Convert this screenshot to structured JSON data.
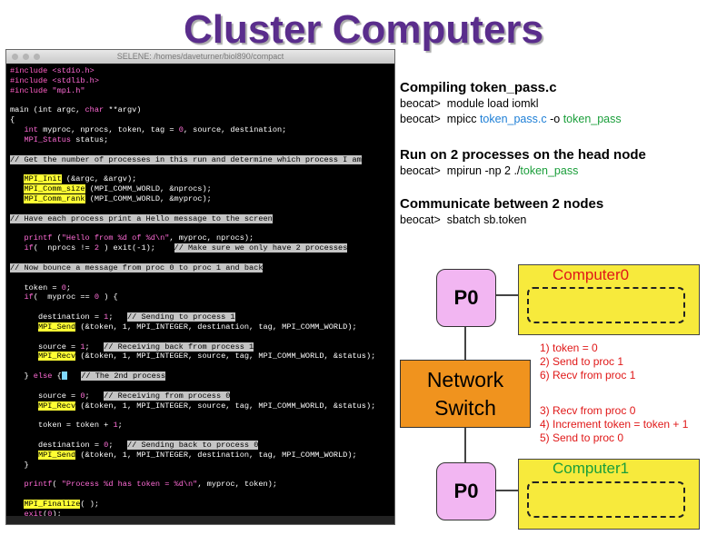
{
  "title": "Cluster Computers",
  "terminal": {
    "window_title": "SELENE: /homes/daveturner/biol890/compact",
    "lines": [
      [
        {
          "t": "#include ",
          "c": "pp"
        },
        {
          "t": "<stdio.h>",
          "c": "str"
        }
      ],
      [
        {
          "t": "#include ",
          "c": "pp"
        },
        {
          "t": "<stdlib.h>",
          "c": "str"
        }
      ],
      [
        {
          "t": "#include ",
          "c": "pp"
        },
        {
          "t": "\"mpi.h\"",
          "c": "str"
        }
      ],
      [
        {
          "t": ""
        }
      ],
      [
        {
          "t": "main (int argc, "
        },
        {
          "t": "char",
          "c": "kw"
        },
        {
          "t": " **argv)"
        }
      ],
      [
        {
          "t": "{"
        }
      ],
      [
        {
          "t": "   "
        },
        {
          "t": "int",
          "c": "kw"
        },
        {
          "t": " myproc, nprocs, token, tag = "
        },
        {
          "t": "0",
          "c": "num"
        },
        {
          "t": ", source, destination;"
        }
      ],
      [
        {
          "t": "   "
        },
        {
          "t": "MPI_Status",
          "c": "kw"
        },
        {
          "t": " status;"
        }
      ],
      [
        {
          "t": ""
        }
      ],
      [
        {
          "t": "// Get the number of processes in this run and determine which process I am",
          "c": "cm"
        }
      ],
      [
        {
          "t": ""
        }
      ],
      [
        {
          "t": "   "
        },
        {
          "t": "MPI_Init",
          "c": "hl"
        },
        {
          "t": " (&argc, &argv);"
        }
      ],
      [
        {
          "t": "   "
        },
        {
          "t": "MPI_Comm_size",
          "c": "hl"
        },
        {
          "t": " (MPI_COMM_WORLD, &nprocs);"
        }
      ],
      [
        {
          "t": "   "
        },
        {
          "t": "MPI_Comm_rank",
          "c": "hl"
        },
        {
          "t": " (MPI_COMM_WORLD, &myproc);"
        }
      ],
      [
        {
          "t": ""
        }
      ],
      [
        {
          "t": "// Have each process print a Hello message to the screen",
          "c": "cm"
        }
      ],
      [
        {
          "t": ""
        }
      ],
      [
        {
          "t": "   "
        },
        {
          "t": "printf",
          "c": "kw"
        },
        {
          "t": " ("
        },
        {
          "t": "\"Hello from %d of %d\\n\"",
          "c": "str"
        },
        {
          "t": ", myproc, nprocs);"
        }
      ],
      [
        {
          "t": "   "
        },
        {
          "t": "if",
          "c": "kw"
        },
        {
          "t": "(  nprocs != "
        },
        {
          "t": "2",
          "c": "num"
        },
        {
          "t": " ) exit(-1);    "
        },
        {
          "t": "// Make sure we only have 2 processes",
          "c": "cm"
        }
      ],
      [
        {
          "t": ""
        }
      ],
      [
        {
          "t": "// Now bounce a message from proc 0 to proc 1 and back",
          "c": "cm"
        }
      ],
      [
        {
          "t": ""
        }
      ],
      [
        {
          "t": "   token = "
        },
        {
          "t": "0",
          "c": "num"
        },
        {
          "t": ";"
        }
      ],
      [
        {
          "t": "   "
        },
        {
          "t": "if",
          "c": "kw"
        },
        {
          "t": "(  myproc == "
        },
        {
          "t": "0",
          "c": "num"
        },
        {
          "t": " ) {"
        }
      ],
      [
        {
          "t": ""
        }
      ],
      [
        {
          "t": "      destination = "
        },
        {
          "t": "1",
          "c": "num"
        },
        {
          "t": ";   "
        },
        {
          "t": "// Sending to process 1",
          "c": "cm"
        }
      ],
      [
        {
          "t": "      "
        },
        {
          "t": "MPI_Send",
          "c": "hl"
        },
        {
          "t": " (&token, 1, MPI_INTEGER, destination, tag, MPI_COMM_WORLD);"
        }
      ],
      [
        {
          "t": ""
        }
      ],
      [
        {
          "t": "      source = "
        },
        {
          "t": "1",
          "c": "num"
        },
        {
          "t": ";   "
        },
        {
          "t": "// Receiving back from process 1",
          "c": "cm"
        }
      ],
      [
        {
          "t": "      "
        },
        {
          "t": "MPI_Recv",
          "c": "hl"
        },
        {
          "t": " (&token, 1, MPI_INTEGER, source, tag, MPI_COMM_WORLD, &status);"
        }
      ],
      [
        {
          "t": ""
        }
      ],
      [
        {
          "t": "   } "
        },
        {
          "t": "else",
          "c": "kw"
        },
        {
          "t": " {"
        },
        {
          "t": "CURSOR"
        },
        {
          "t": "   "
        },
        {
          "t": "// The 2nd process",
          "c": "cm"
        }
      ],
      [
        {
          "t": ""
        }
      ],
      [
        {
          "t": "      source = "
        },
        {
          "t": "0",
          "c": "num"
        },
        {
          "t": ";   "
        },
        {
          "t": "// Receiving from process 0",
          "c": "cm"
        }
      ],
      [
        {
          "t": "      "
        },
        {
          "t": "MPI_Recv",
          "c": "hl"
        },
        {
          "t": " (&token, 1, MPI_INTEGER, source, tag, MPI_COMM_WORLD, &status);"
        }
      ],
      [
        {
          "t": ""
        }
      ],
      [
        {
          "t": "      token = token + "
        },
        {
          "t": "1",
          "c": "num"
        },
        {
          "t": ";"
        }
      ],
      [
        {
          "t": ""
        }
      ],
      [
        {
          "t": "      destination = "
        },
        {
          "t": "0",
          "c": "num"
        },
        {
          "t": ";   "
        },
        {
          "t": "// Sending back to process 0",
          "c": "cm"
        }
      ],
      [
        {
          "t": "      "
        },
        {
          "t": "MPI_Send",
          "c": "hl"
        },
        {
          "t": " (&token, 1, MPI_INTEGER, destination, tag, MPI_COMM_WORLD);"
        }
      ],
      [
        {
          "t": "   }"
        }
      ],
      [
        {
          "t": ""
        }
      ],
      [
        {
          "t": "   "
        },
        {
          "t": "printf",
          "c": "kw"
        },
        {
          "t": "( "
        },
        {
          "t": "\"Process %d has token = %d\\n\"",
          "c": "str"
        },
        {
          "t": ", myproc, token);"
        }
      ],
      [
        {
          "t": ""
        }
      ],
      [
        {
          "t": "   "
        },
        {
          "t": "MPI_Finalize",
          "c": "hl"
        },
        {
          "t": "( );"
        }
      ],
      [
        {
          "t": "   "
        },
        {
          "t": "exit",
          "c": "kw"
        },
        {
          "t": "("
        },
        {
          "t": "0",
          "c": "num"
        },
        {
          "t": ");"
        }
      ],
      [
        {
          "t": "}"
        }
      ]
    ]
  },
  "instructions": {
    "compile_header": "Compiling token_pass.c",
    "compile_line1_prompt": "beocat>",
    "compile_line1_cmd": "module load iomkl",
    "compile_line2_prompt": "beocat>",
    "compile_line2_cmd_a": "mpicc",
    "compile_line2_file": "token_pass.c",
    "compile_line2_flag": "-o",
    "compile_line2_out": "token_pass",
    "run_header": "Run on 2 processes on the head node",
    "run_prompt": "beocat>",
    "run_cmd": "mpirun -np 2 ./",
    "run_exe": "token_pass",
    "comm_header": "Communicate between 2 nodes",
    "comm_prompt": "beocat>",
    "comm_cmd": "sbatch sb.token"
  },
  "diagram": {
    "computer0_label": "Computer0",
    "computer1_label": "Computer1",
    "p_top_label": "P0",
    "p_bottom_label": "P0",
    "switch_line1": "Network",
    "switch_line2": "Switch",
    "steps_a": [
      "1) token = 0",
      "2) Send to proc 1",
      "6) Recv from proc 1"
    ],
    "steps_b": [
      "3) Recv from proc 0",
      "4) Increment token = token + 1",
      "5) Send to proc 0"
    ],
    "colors": {
      "computer0_label": "#e01818",
      "computer1_label": "#1a9e3a",
      "steps": "#e01818",
      "box": "#f7ea3c",
      "process": "#f2b6f2",
      "switch": "#f0931e",
      "title": "#5a2d8c"
    }
  }
}
